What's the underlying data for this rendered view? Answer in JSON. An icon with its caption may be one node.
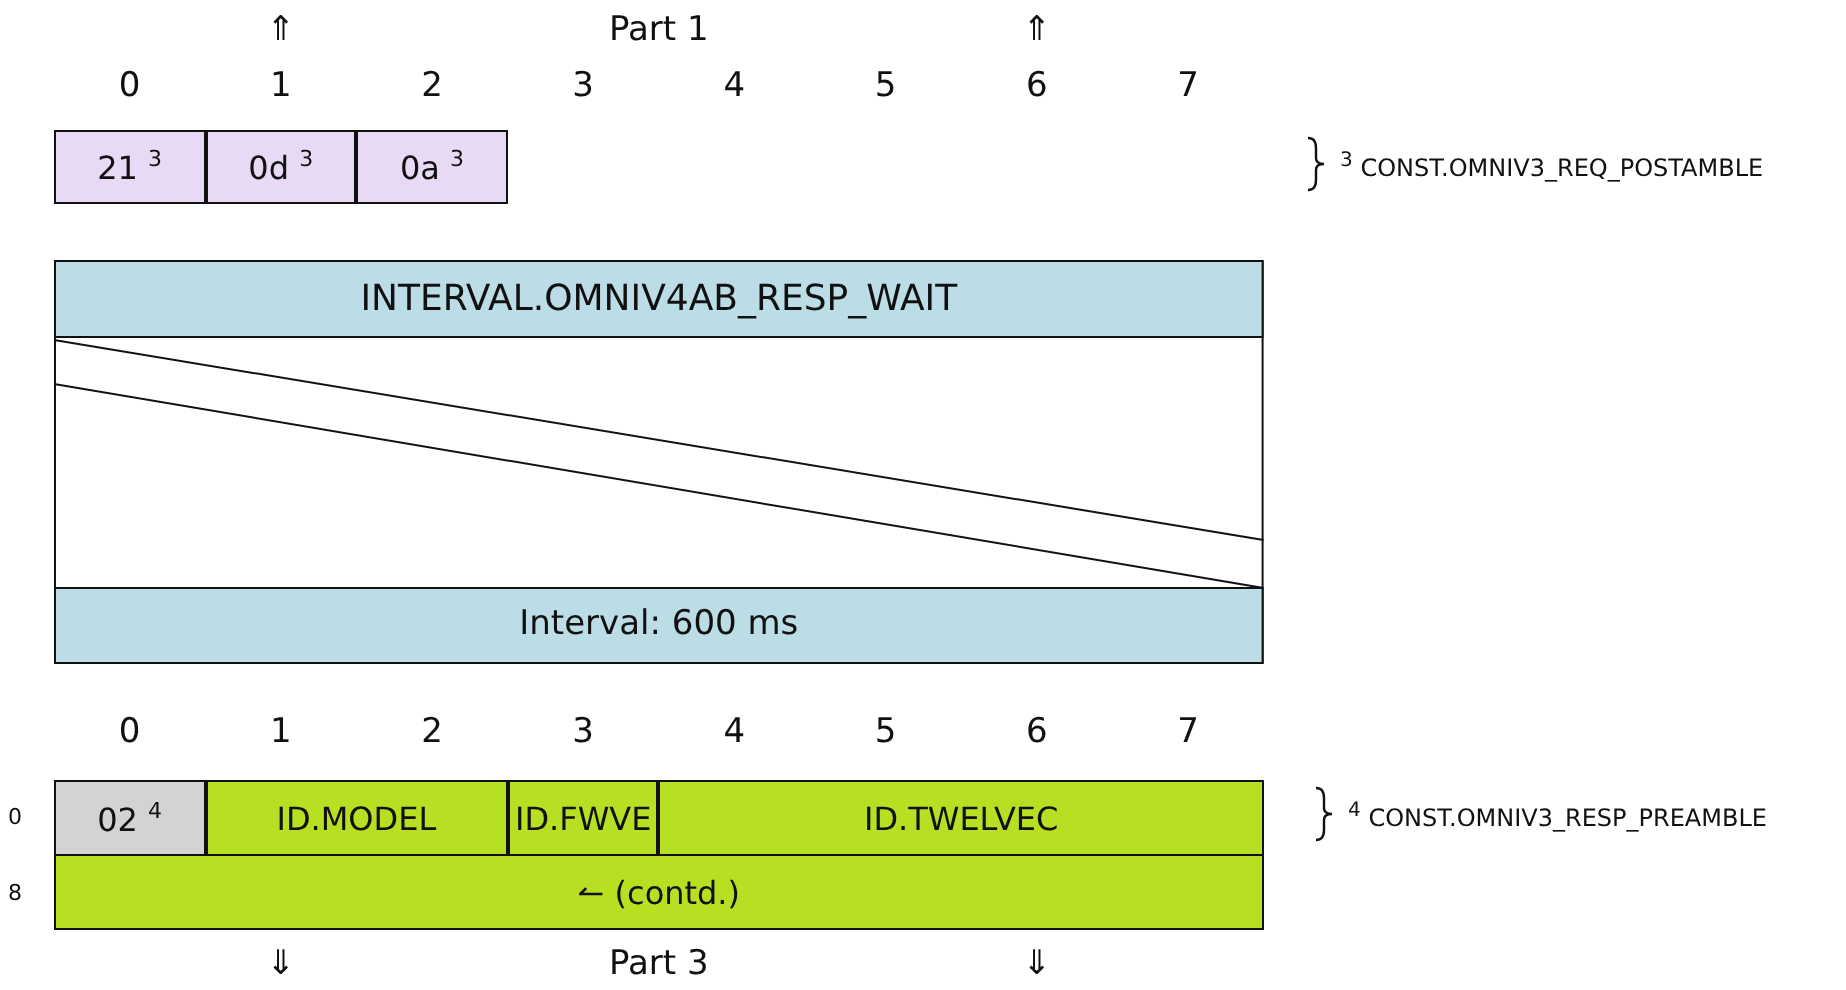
{
  "diagram": {
    "nodes": [
      {
        "text": [
          "21 $^{3}$"
        ]
      },
      {
        "text": [
          "0d $^{3}$"
        ]
      },
      {
        "text": [
          "0a $^{3}$"
        ]
      },
      {
        "text": [
          "INTERVAL.OMNIV4AB_RESP_WAIT",
          "Interval: 600 ms"
        ]
      },
      {
        "text": [
          "02 $^{4}$"
        ]
      },
      {
        "text": [
          "ID.MODEL"
        ]
      },
      {
        "text": [
          "ID.FWVE"
        ]
      },
      {
        "text": [
          "ID.TWELVEC"
        ]
      },
      {
        "text": [
          "↼ (contd.)"
        ]
      }
    ],
    "labels": [
      "⇑",
      "Part 1",
      "⇑",
      "0",
      "1",
      "2",
      "3",
      "4",
      "5",
      "6",
      "7",
      "$^{3}$ CONST.OMNIV3_REQ_POSTAMBLE",
      "0",
      "1",
      "2",
      "3",
      "4",
      "5",
      "6",
      "7",
      "0",
      "$^{4}$ CONST.OMNIV3_RESP_PREAMBLE",
      "8",
      "⇓",
      "Part 3",
      "⇓"
    ]
  }
}
